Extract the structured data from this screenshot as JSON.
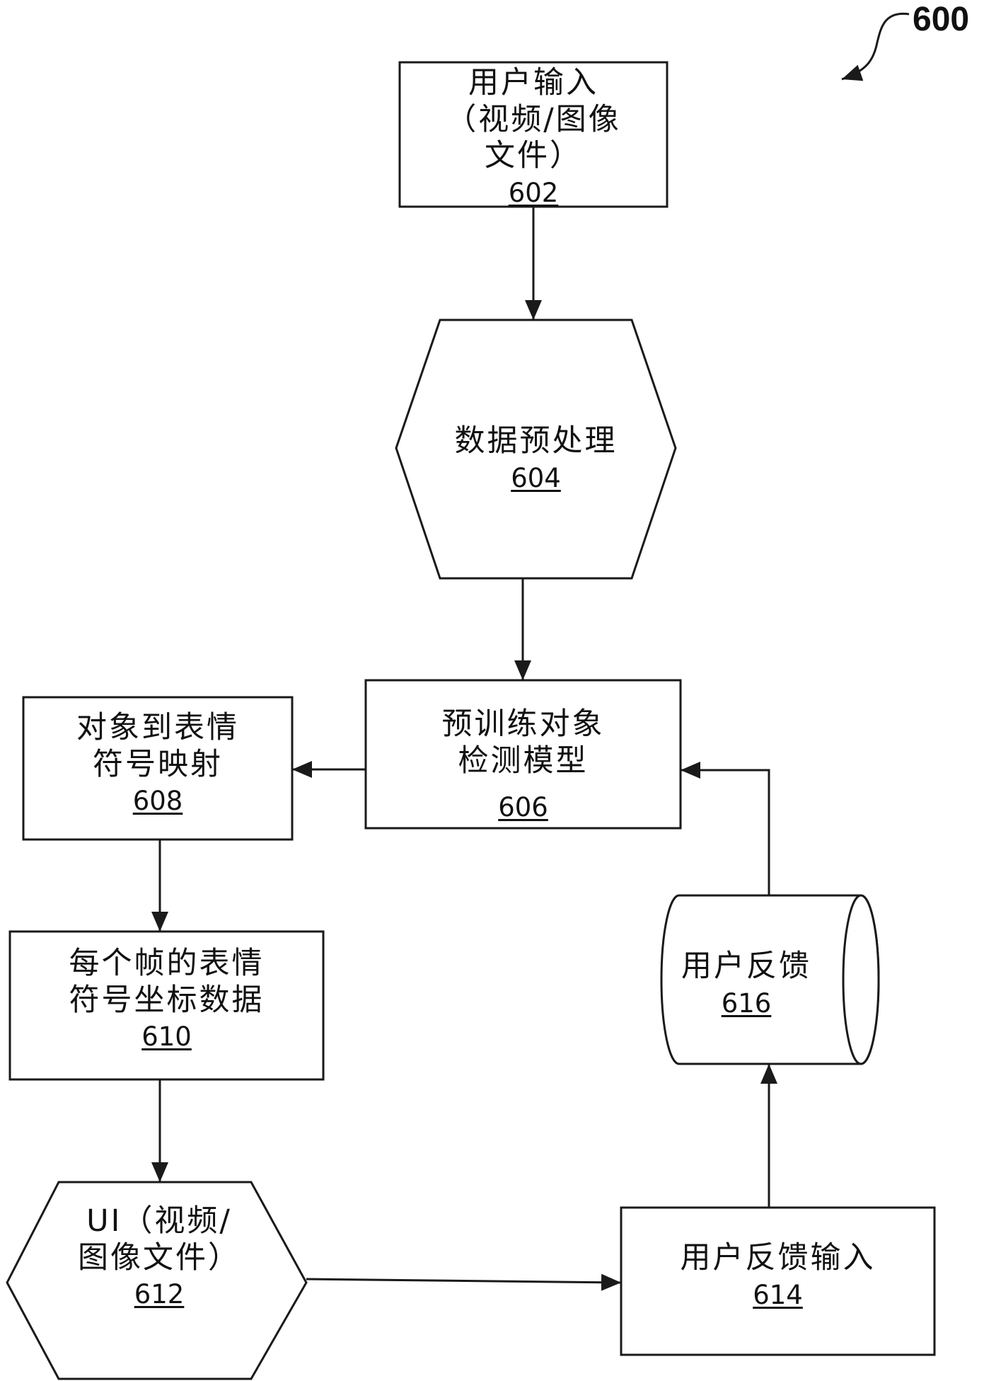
{
  "figure": {
    "ref": "600"
  },
  "nodes": {
    "n602": {
      "lines": [
        "用户输入",
        "（视频/图像",
        "文件）"
      ],
      "ref": "602",
      "shape": "rectangle"
    },
    "n604": {
      "lines": [
        "数据预处理"
      ],
      "ref": "604",
      "shape": "hexagon"
    },
    "n606": {
      "lines": [
        "预训练对象",
        "检测模型"
      ],
      "ref": "606",
      "shape": "rectangle"
    },
    "n608": {
      "lines": [
        "对象到表情",
        "符号映射"
      ],
      "ref": "608",
      "shape": "rectangle"
    },
    "n610": {
      "lines": [
        "每个帧的表情",
        "符号坐标数据"
      ],
      "ref": "610",
      "shape": "rectangle"
    },
    "n612": {
      "lines": [
        "UI（视频/",
        "图像文件）"
      ],
      "ref": "612",
      "shape": "hexagon"
    },
    "n614": {
      "lines": [
        "用户反馈输入"
      ],
      "ref": "614",
      "shape": "rectangle"
    },
    "n616": {
      "lines": [
        "用户反馈"
      ],
      "ref": "616",
      "shape": "cylinder"
    }
  },
  "edges": [
    {
      "from": "602",
      "to": "604"
    },
    {
      "from": "604",
      "to": "606"
    },
    {
      "from": "606",
      "to": "608"
    },
    {
      "from": "608",
      "to": "610"
    },
    {
      "from": "610",
      "to": "612"
    },
    {
      "from": "612",
      "to": "614"
    },
    {
      "from": "614",
      "to": "616"
    },
    {
      "from": "616",
      "to": "606"
    }
  ]
}
